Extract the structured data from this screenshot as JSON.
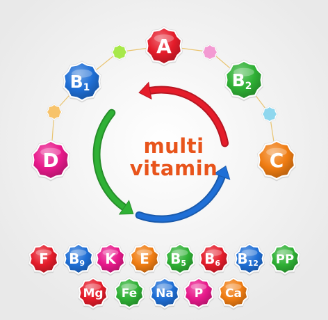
{
  "center_text": {
    "line1": "multi",
    "line2": "vitamin"
  },
  "colors": {
    "red": "#e51c2a",
    "blue": "#1f6fd6",
    "green": "#2fb135",
    "orange": "#f07d13",
    "pink": "#e8198b",
    "purple": "#8a2fc0",
    "connector": "#e6b84f"
  },
  "arc_badges": [
    {
      "name": "vitamin-a",
      "main": "A",
      "sub": "",
      "color": "red"
    },
    {
      "name": "vitamin-b1",
      "main": "B",
      "sub": "1",
      "color": "blue"
    },
    {
      "name": "vitamin-b2",
      "main": "B",
      "sub": "2",
      "color": "green"
    },
    {
      "name": "vitamin-d",
      "main": "D",
      "sub": "",
      "color": "pink"
    },
    {
      "name": "vitamin-c",
      "main": "C",
      "sub": "",
      "color": "orange"
    }
  ],
  "arc_dots": [
    {
      "name": "dot-green",
      "color": "#a7e84a"
    },
    {
      "name": "dot-pink",
      "color": "#f39ad2"
    },
    {
      "name": "dot-orange",
      "color": "#f7c36b"
    },
    {
      "name": "dot-blue",
      "color": "#8fd7ee"
    }
  ],
  "row1": [
    {
      "name": "vitamin-f",
      "main": "F",
      "sub": "",
      "color": "red"
    },
    {
      "name": "vitamin-b9",
      "main": "B",
      "sub": "9",
      "color": "blue"
    },
    {
      "name": "vitamin-k",
      "main": "K",
      "sub": "",
      "color": "pink"
    },
    {
      "name": "vitamin-e",
      "main": "E",
      "sub": "",
      "color": "orange"
    },
    {
      "name": "vitamin-b5",
      "main": "B",
      "sub": "5",
      "color": "green"
    },
    {
      "name": "vitamin-b6",
      "main": "B",
      "sub": "6",
      "color": "red"
    },
    {
      "name": "vitamin-b12",
      "main": "B",
      "sub": "12",
      "color": "blue"
    },
    {
      "name": "vitamin-pp",
      "main": "PP",
      "sub": "",
      "color": "green"
    }
  ],
  "row2": [
    {
      "name": "mineral-mg",
      "main": "Mg",
      "sub": "",
      "color": "red"
    },
    {
      "name": "mineral-fe",
      "main": "Fe",
      "sub": "",
      "color": "green"
    },
    {
      "name": "mineral-na",
      "main": "Na",
      "sub": "",
      "color": "blue"
    },
    {
      "name": "mineral-p",
      "main": "P",
      "sub": "",
      "color": "pink"
    },
    {
      "name": "mineral-ca",
      "main": "Ca",
      "sub": "",
      "color": "orange"
    }
  ]
}
